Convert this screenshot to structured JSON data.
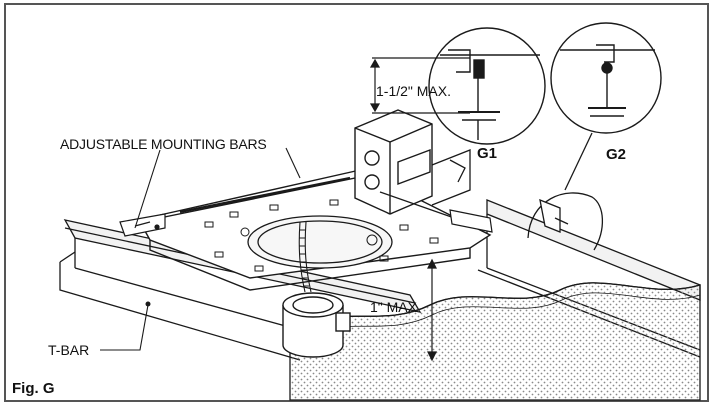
{
  "labels": {
    "adjustable_mounting_bars": "ADJUSTABLE MOUNTING BARS",
    "max_1_5": "1-1/2\" MAX.",
    "max_1": "1\" MAX",
    "t_bar": "T-BAR",
    "g1": "G1",
    "g2": "G2",
    "figure": "Fig. G"
  },
  "colors": {
    "line": "#1a1a1a",
    "border": "#555555",
    "shade": "#e6e6e6",
    "dots": "#8a8a8a"
  }
}
